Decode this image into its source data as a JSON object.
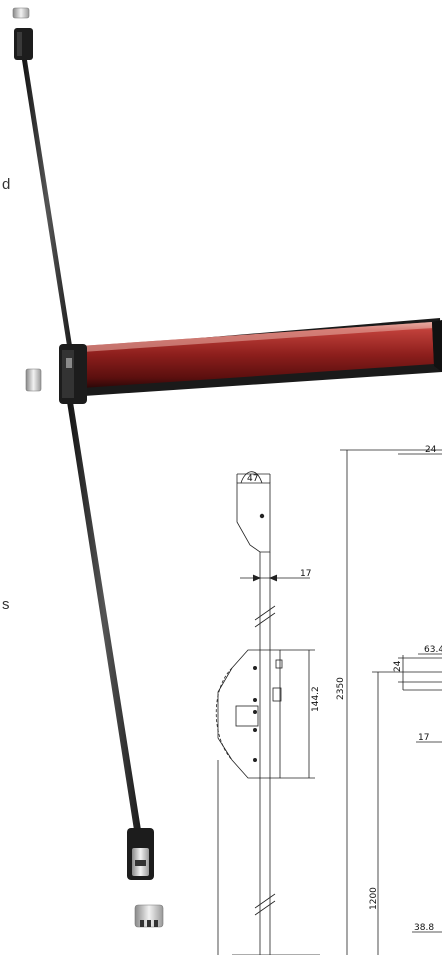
{
  "side_text": [
    "d",
    "s"
  ],
  "dimensions": {
    "width_top": "47",
    "rod_diameter": "17",
    "length_total": "2350",
    "center_height": "144.2",
    "height_from_floor": "1200",
    "right_top": "24",
    "right_mid": "63.4",
    "right_small_vertical": "24",
    "right_17": "17",
    "right_bottom": "38.8"
  },
  "colors": {
    "bar_red": "#8c1e1c",
    "bar_dark": "#1c1c1c",
    "rod": "#2b2b2b",
    "line": "#222222"
  }
}
